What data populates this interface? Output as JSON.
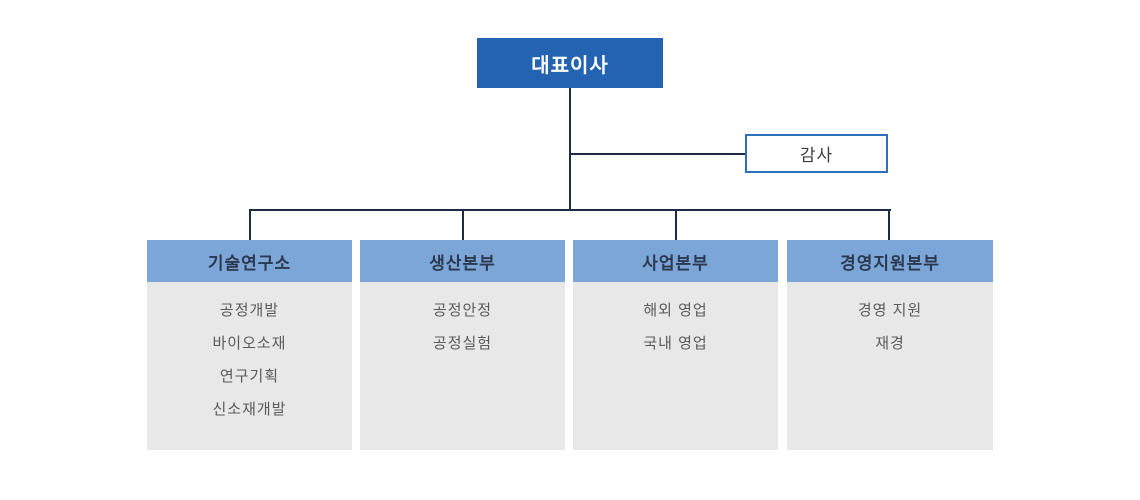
{
  "root": {
    "label": "대표이사"
  },
  "auditor": {
    "label": "감사"
  },
  "departments": [
    {
      "name": "기술연구소",
      "teams": [
        "공정개발",
        "바이오소재",
        "연구기획",
        "신소재개발"
      ]
    },
    {
      "name": "생산본부",
      "teams": [
        "공정안정",
        "공정실험"
      ]
    },
    {
      "name": "사업본부",
      "teams": [
        "해외 영업",
        "국내 영업"
      ]
    },
    {
      "name": "경영지원본부",
      "teams": [
        "경영 지원",
        "재경"
      ]
    }
  ],
  "colors": {
    "root_box_bg": "#2363b1",
    "root_box_text": "#ffffff",
    "auditor_border": "#2e6fba",
    "auditor_text": "#3d3d3d",
    "dept_header_bg": "#7da6d8",
    "dept_header_text": "#2a3950",
    "dept_body_bg": "#e8e8e8",
    "dept_item_text": "#5a5a5a",
    "connector_line": "#1b2d44",
    "page_bg": "#ffffff"
  }
}
